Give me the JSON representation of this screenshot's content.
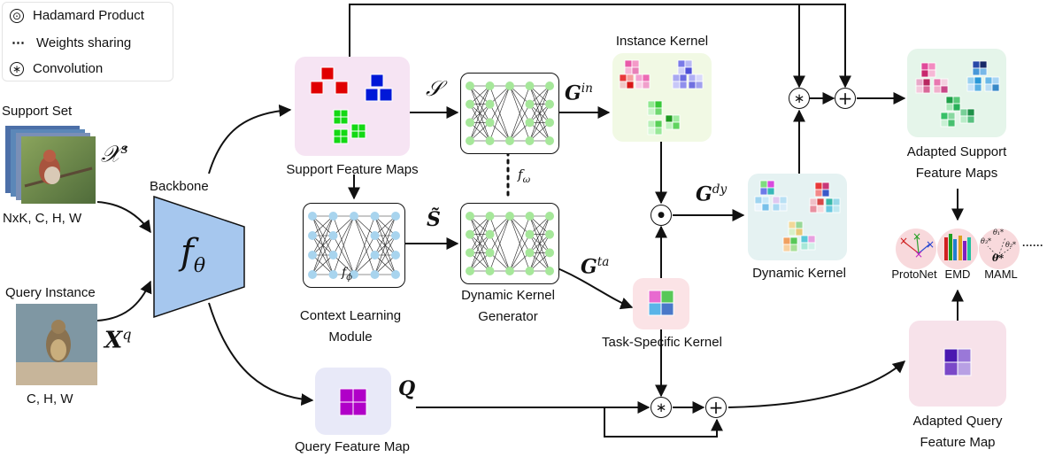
{
  "legend": {
    "hadamard_symbol": "⊙",
    "hadamard_label": "Hadamard Product",
    "sharing_symbol": "⋯",
    "sharing_label": "Weights sharing",
    "conv_symbol": "∗",
    "conv_label": "Convolution"
  },
  "support": {
    "title": "Support Set",
    "math": "𝒳",
    "sup": "s",
    "dims": "NxK, C, H, W"
  },
  "query": {
    "title": "Query Instance",
    "math": "X",
    "sup": "q",
    "dims": "C, H, W"
  },
  "backbone": {
    "label": "Backbone",
    "symbol": "f",
    "sub": "θ"
  },
  "support_maps": {
    "label": "Support Feature Maps",
    "math": "𝒮"
  },
  "context": {
    "label_line1": "Context Learning",
    "label_line2": "Module",
    "symbol": "f",
    "sub": "ϕ"
  },
  "generator": {
    "label_line1": "Dynamic Kernel",
    "label_line2": "Generator",
    "shared_symbol": "f",
    "shared_sub": "ω",
    "s_tilde": "S̃"
  },
  "instance_kernel": {
    "label": "Instance Kernel",
    "math": "G",
    "sup": "in"
  },
  "task_kernel": {
    "label": "Task-Specific Kernel",
    "math": "G",
    "sup": "ta"
  },
  "dynamic_kernel": {
    "label": "Dynamic Kernel",
    "math": "G",
    "sup": "dy"
  },
  "query_map": {
    "label": "Query Feature Map",
    "math": "Q"
  },
  "adapted_support": {
    "label_line1": "Adapted Support",
    "label_line2": "Feature Maps"
  },
  "adapted_query": {
    "label_line1": "Adapted Query",
    "label_line2": "Feature Map"
  },
  "methods": {
    "protonet": "ProtoNet",
    "emd": "EMD",
    "maml": "MAML",
    "more": "······",
    "maml_theta": "θ*",
    "maml_t1": "θ₁*",
    "maml_t2": "θ₂*",
    "maml_t3": "θ₃*"
  },
  "operators": {
    "conv": "∗",
    "add": "+",
    "hadamard": "⊙"
  },
  "colors": {
    "support_panel": "#f6e4f3",
    "instance_panel": "#f1f9e4",
    "dynamic_panel": "#e5f2f2",
    "task_panel": "#fbe3e6",
    "query_panel": "#e8e9f8",
    "adapted_support_panel": "#e5f5ea",
    "adapted_query_panel": "#f7e2ea",
    "backbone": "#a6c7ee",
    "net_green": "#a6e79a",
    "net_blue": "#a8d4ee"
  }
}
